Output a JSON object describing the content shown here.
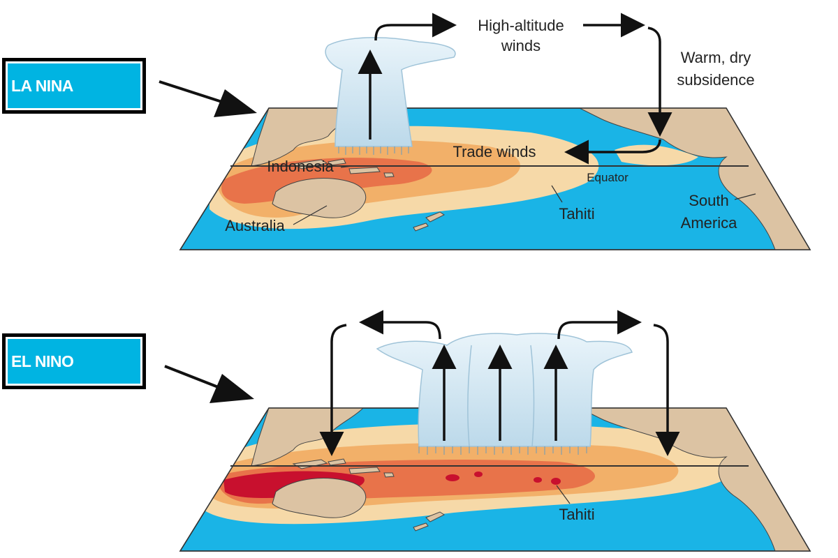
{
  "labels": {
    "la_nina_tag": "LA NINA",
    "el_nino_tag": "EL NINO",
    "high_altitude_line1": "High-altitude",
    "high_altitude_line2": "winds",
    "warm_dry_line1": "Warm, dry",
    "warm_dry_line2": "subsidence",
    "trade_winds": "Trade winds",
    "indonesia": "Indonesia",
    "equator": "Equator",
    "australia": "Australia",
    "tahiti": "Tahiti",
    "south_america_line1": "South",
    "south_america_line2": "America",
    "tahiti_el_nino": "Tahiti"
  },
  "colors": {
    "ocean": "#1ab4e6",
    "land": "#dcc3a3",
    "warm_light": "#f6d9a8",
    "warm_mid": "#f2b069",
    "warm_hot": "#e8734a",
    "warm_peak": "#c8102e",
    "tag_fill": "#00b4e2",
    "cloud": "#cfe6f3"
  }
}
